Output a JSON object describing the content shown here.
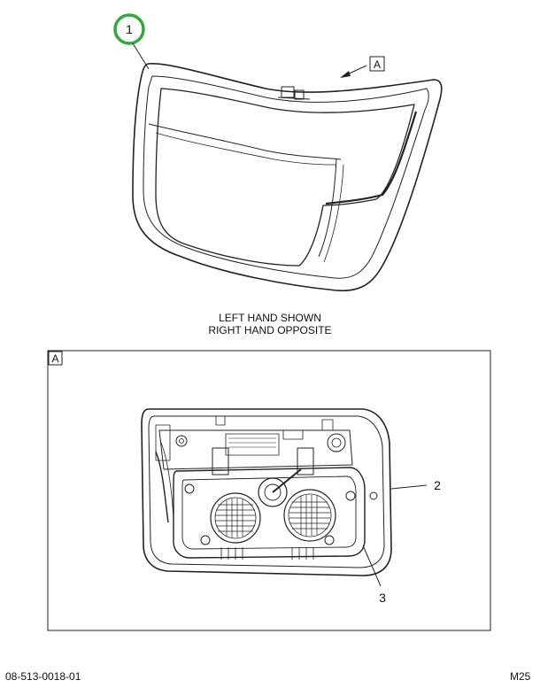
{
  "callouts": {
    "item1": "1",
    "item2": "2",
    "item3": "3"
  },
  "view_label": "A",
  "caption": {
    "line1": "LEFT HAND SHOWN",
    "line2": "RIGHT HAND OPPOSITE"
  },
  "footer": {
    "drawing_number": "08-513-0018-01",
    "sheet_code": "M25"
  },
  "colors": {
    "callout_ring": "#2eaa3a",
    "line": "#222222"
  }
}
